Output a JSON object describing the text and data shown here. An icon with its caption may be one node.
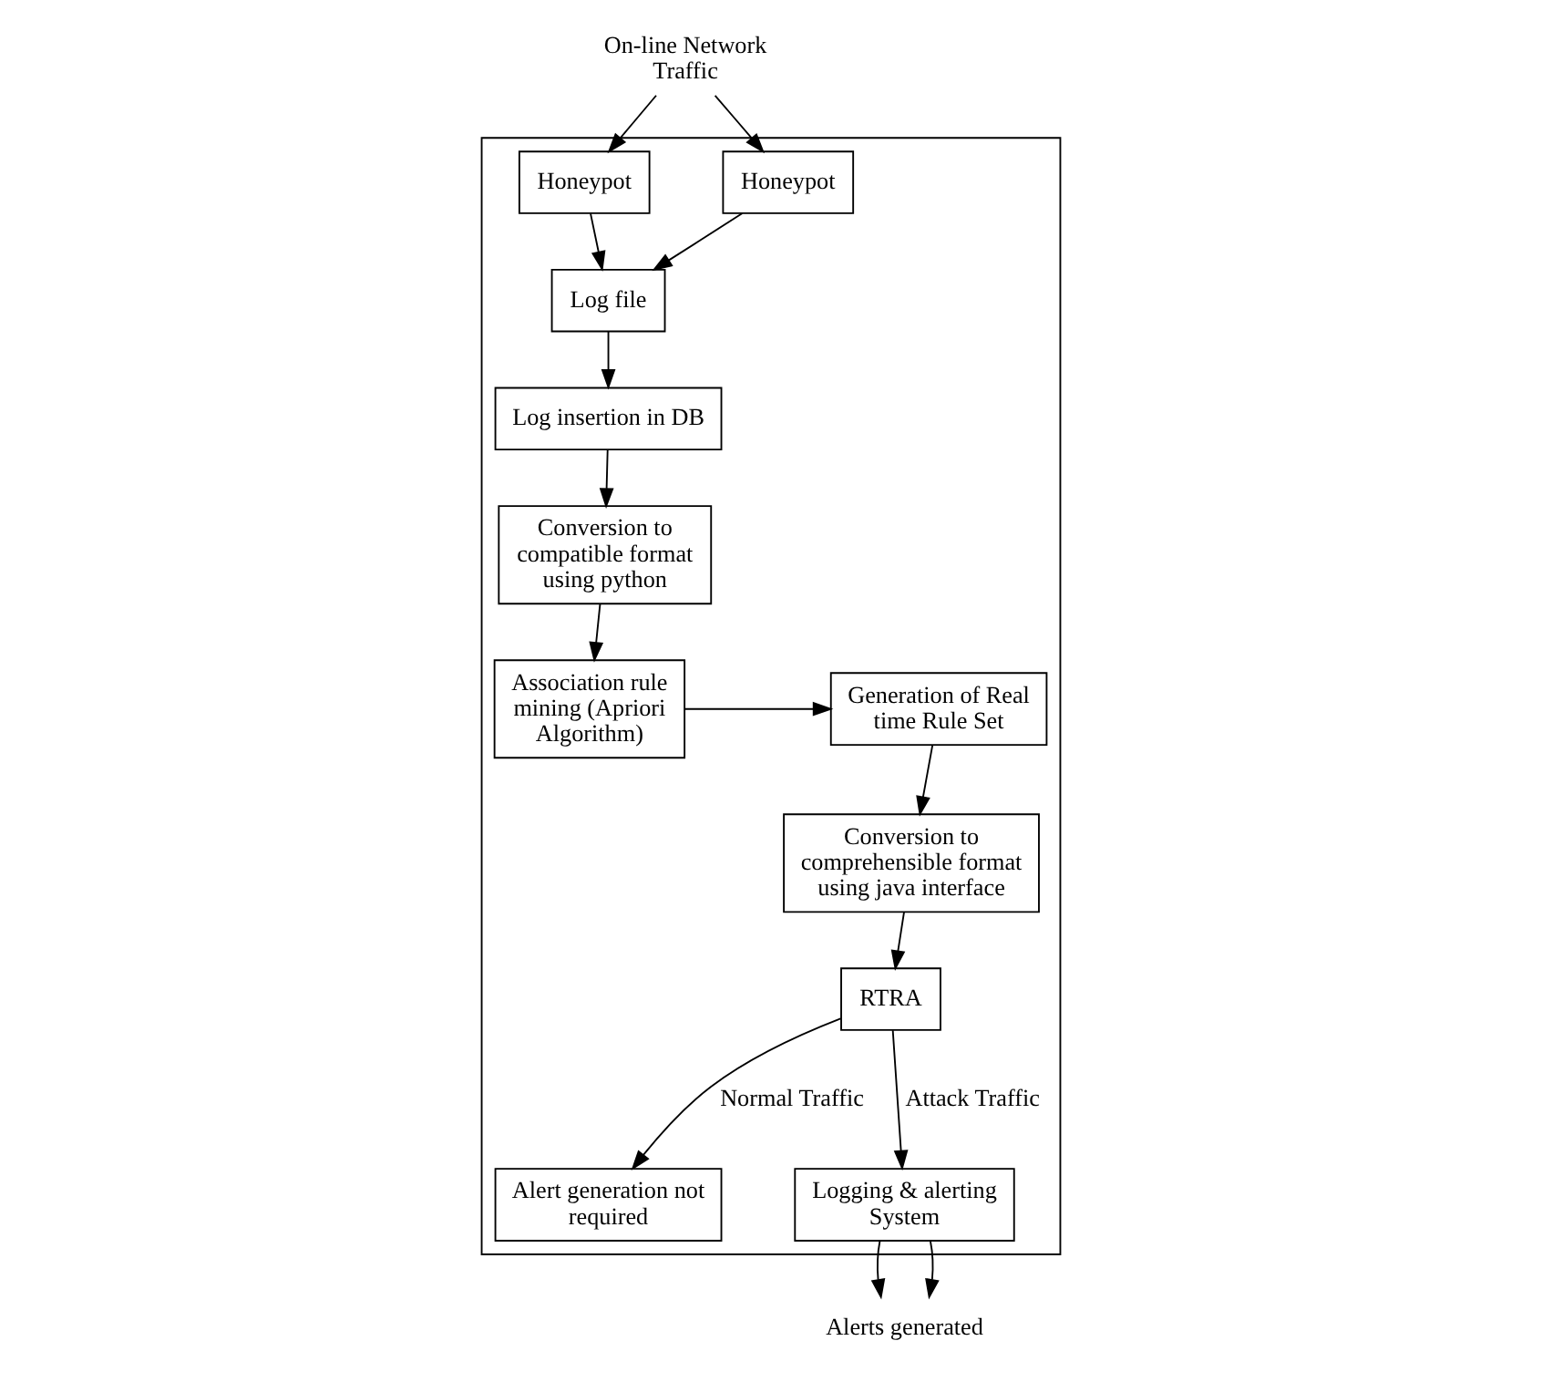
{
  "diagram": {
    "nodes": [
      {
        "text": [],
        "shape": "box"
      },
      {
        "text": [
          "On-line Network Traffic"
        ]
      },
      {
        "text": [
          "Alerts generated"
        ]
      },
      {
        "text": [
          "Honeypot"
        ],
        "in": 0
      },
      {
        "text": [
          "Honeypot"
        ],
        "in": 0
      },
      {
        "text": [
          "Log file"
        ],
        "in": 0
      },
      {
        "text": [
          "Log insertion in DB"
        ],
        "in": 0
      },
      {
        "text": [
          "Conversion to compatible format using python"
        ],
        "in": 0
      },
      {
        "text": [
          "Association rule mining (Apriori Algorithm)"
        ],
        "in": 0
      },
      {
        "text": [
          "Generation of Real time Rule Set"
        ],
        "in": 0
      },
      {
        "text": [
          "Conversion to comprehensible format using java interface"
        ],
        "in": 0
      },
      {
        "text": [
          "RTRA"
        ],
        "in": 0
      },
      {
        "text": [
          "Alert generation not required"
        ],
        "in": 0
      },
      {
        "text": [
          "Logging & alerting System"
        ],
        "in": 0
      }
    ],
    "edges": [
      {
        "from": 1,
        "to": 3,
        "arrow": "to"
      },
      {
        "from": 1,
        "to": 4,
        "arrow": "to"
      },
      {
        "from": 3,
        "to": 5,
        "arrow": "to"
      },
      {
        "from": 4,
        "to": 5,
        "arrow": "to"
      },
      {
        "from": 5,
        "to": 6,
        "arrow": "to"
      },
      {
        "from": 6,
        "to": 7,
        "arrow": "to"
      },
      {
        "from": 7,
        "to": 8,
        "arrow": "to"
      },
      {
        "from": 8,
        "to": 9,
        "arrow": "to"
      },
      {
        "from": 9,
        "to": 10,
        "arrow": "to"
      },
      {
        "from": 10,
        "to": 11,
        "arrow": "to"
      },
      {
        "from": 11,
        "to": 12,
        "label": "Normal Traffic",
        "arrow": "to"
      },
      {
        "from": 11,
        "to": 13,
        "label": "Attack Traffic",
        "arrow": "to"
      },
      {
        "from": 13,
        "to": 2,
        "arrow": "to"
      },
      {
        "from": 13,
        "to": 2,
        "arrow": "to"
      }
    ]
  }
}
